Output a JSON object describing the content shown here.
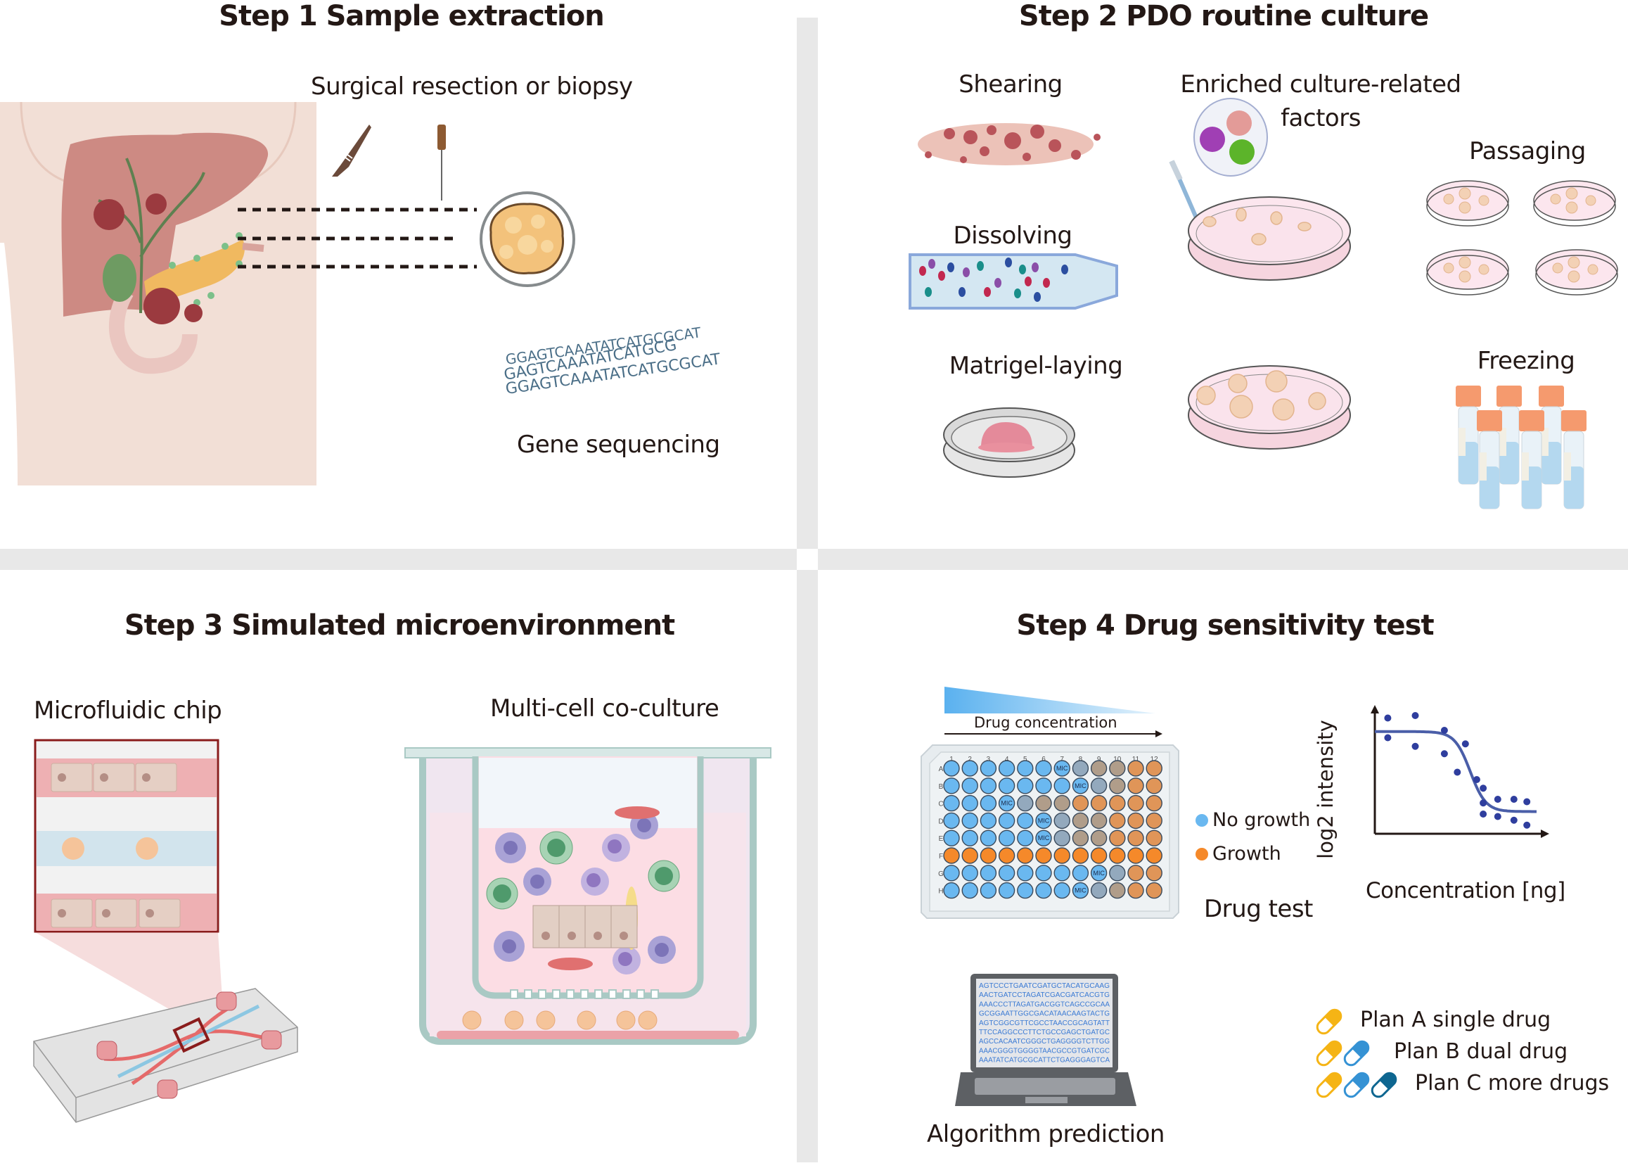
{
  "steps": [
    {
      "title": "Step 1 Sample extraction",
      "labels": {
        "surgical": "Surgical resection or biopsy",
        "gene": "Gene sequencing"
      },
      "dna_sequences": [
        "GGAGTCAAATATCATGCGCAT",
        "GAGTCAAATATCATGCG",
        "GGAGTCAAATATCATGCGCAT"
      ]
    },
    {
      "title": "Step 2 PDO routine culture",
      "labels": {
        "shearing": "Shearing",
        "enriched_line1": "Enriched culture-related",
        "enriched_line2": "factors",
        "passaging": "Passaging",
        "dissolving": "Dissolving",
        "matrigel": "Matrigel-laying",
        "freezing": "Freezing"
      }
    },
    {
      "title": "Step 3 Simulated microenvironment",
      "labels": {
        "microfluidic": "Microfluidic chip",
        "multicell": "Multi-cell co-culture"
      }
    },
    {
      "title": "Step 4 Drug sensitivity test",
      "labels": {
        "drug_concentration": "Drug concentration",
        "drug_test": "Drug test",
        "algorithm": "Algorithm prediction"
      },
      "legend": [
        {
          "label": "No growth",
          "color": "#6ab8f0"
        },
        {
          "label": "Growth",
          "color": "#f5892a"
        }
      ],
      "plate": {
        "columns": [
          "1",
          "2",
          "3",
          "4",
          "5",
          "6",
          "7",
          "8",
          "9",
          "10",
          "11",
          "12"
        ],
        "rows": [
          "A",
          "B",
          "C",
          "D",
          "E",
          "F",
          "G",
          "H"
        ],
        "mic_label": "MIC",
        "wells": [
          "BBBBBBmGTTOO",
          "BBBBBBBmGTOO",
          "BBBmGTTOOOOO",
          "BBBBBmGTTOOO",
          "BBBBBmGTTOOO",
          "FFFFFFFFFFFF",
          "BBBBBBBBmGOO",
          "BBBBBBBmGTOO"
        ],
        "well_colors": {
          "B": "#6ab8f0",
          "m": "#6ab8f0",
          "G": "#93a9bd",
          "T": "#b09d8a",
          "O": "#e09558",
          "F": "#f5892a"
        }
      },
      "laptop_lines": [
        "AGTCCCTGAATCGATGCTACATGCAAG",
        "AACTGATCCTAGATCGACGATCACGTG",
        "AAACCCTTAGATGACGGTCAGCCGCAA",
        "GCGGAATTGGCGACATAACAAGTACTG",
        "AGTCGGCGTTCGCCTAACCGCAGTATT",
        "TTCCAGGCCCTTCTGCCGAGCTGATGC",
        "AGCCACAATCGGGCTGAGGGGTCTTGG",
        "AAACGGGTGGGGTAACGCCGTGATCGC",
        "AAATATCATGCGCATTCTGAGGGAGTCA"
      ],
      "plans": [
        {
          "label": "Plan A single drug",
          "pills": [
            "#f5b415"
          ]
        },
        {
          "label": "Plan B dual drug",
          "pills": [
            "#f5b415",
            "#3592d4"
          ]
        },
        {
          "label": "Plan C more drugs",
          "pills": [
            "#f5b415",
            "#3592d4",
            "#0e6690"
          ]
        }
      ]
    }
  ],
  "chart_data": {
    "type": "scatter",
    "title": "",
    "xlabel": "Concentration [ng]",
    "ylabel": "log2 intensity",
    "xlim": [
      0,
      10
    ],
    "ylim": [
      0,
      10
    ],
    "grid": false,
    "series": [
      {
        "name": "measurements",
        "type": "scatter",
        "x": [
          0.8,
          0.8,
          2.5,
          2.5,
          4.3,
          4.3,
          5.6,
          5.1,
          6.3,
          6.7,
          6.7,
          6.7,
          7.6,
          7.6,
          8.6,
          8.6,
          9.4,
          9.4
        ],
        "y": [
          9.4,
          7.8,
          9.6,
          7.1,
          8.4,
          6.5,
          7.3,
          5.0,
          4.4,
          2.5,
          3.7,
          1.6,
          2.8,
          1.4,
          2.8,
          1.1,
          2.6,
          0.7
        ]
      },
      {
        "name": "fit",
        "type": "line",
        "model": "sigmoid",
        "top": 8.3,
        "bottom": 1.8,
        "x50": 5.9,
        "slope": 1.3
      }
    ]
  }
}
